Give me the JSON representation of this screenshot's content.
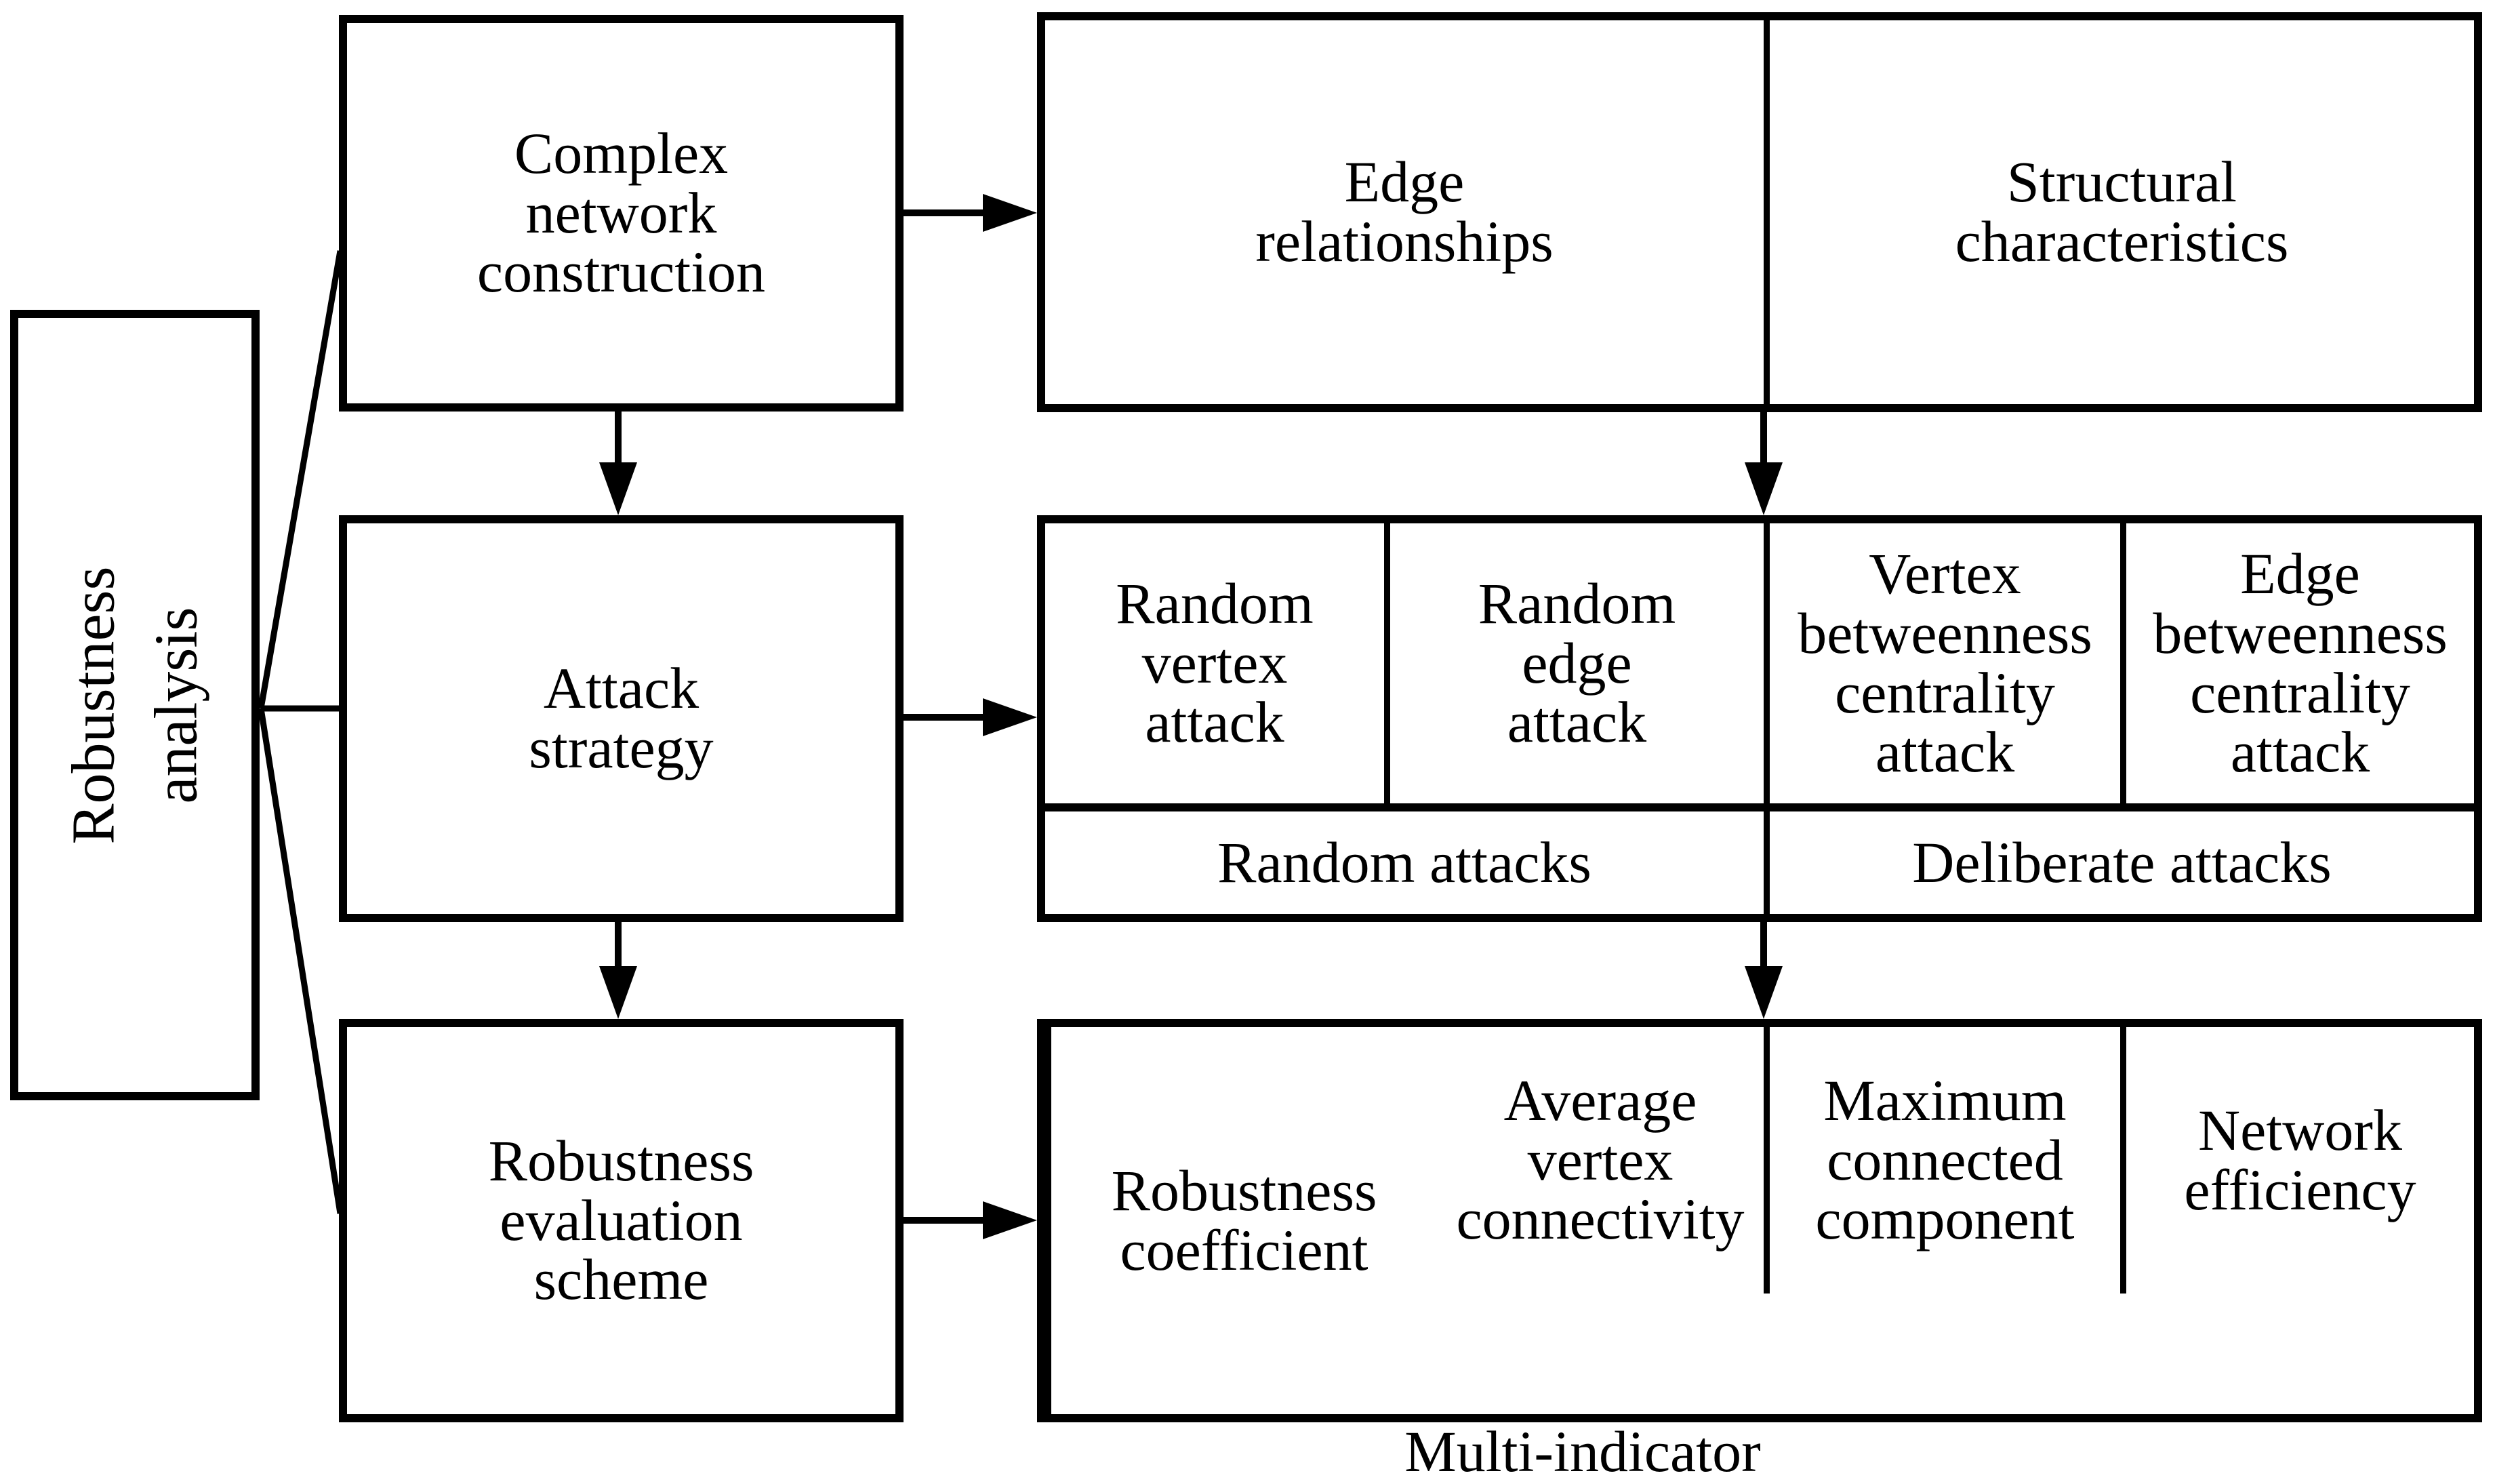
{
  "diagram": {
    "title_hint": "Robustness analysis flow diagram",
    "root": {
      "label": "Robustness analysis"
    },
    "stages": [
      {
        "id": "construction",
        "label": "Complex network construction"
      },
      {
        "id": "attack",
        "label": "Attack strategy"
      },
      {
        "id": "evaluation",
        "label": "Robustness evaluation scheme"
      }
    ],
    "construction_outputs": {
      "cells": [
        {
          "label": "Edge relationships"
        },
        {
          "label": "Structural characteristics"
        }
      ]
    },
    "attack_methods": {
      "cells": [
        {
          "label": "Random vertex attack"
        },
        {
          "label": "Random edge attack"
        },
        {
          "label": "Vertex betweenness centrality attack"
        },
        {
          "label": "Edge betweenness centrality attack"
        }
      ],
      "groups": [
        {
          "label": "Random attacks"
        },
        {
          "label": "Deliberate attacks"
        }
      ]
    },
    "evaluation_indicators": {
      "cells": [
        {
          "label": "Average vertex connectivity"
        },
        {
          "label": "Maximum connected component"
        },
        {
          "label": "Network efficiency"
        },
        {
          "label": "Robustness coefficient"
        }
      ],
      "group_label": "Multi-indicator"
    },
    "colors": {
      "line": "#000000",
      "background": "#ffffff",
      "text": "#000000"
    }
  }
}
